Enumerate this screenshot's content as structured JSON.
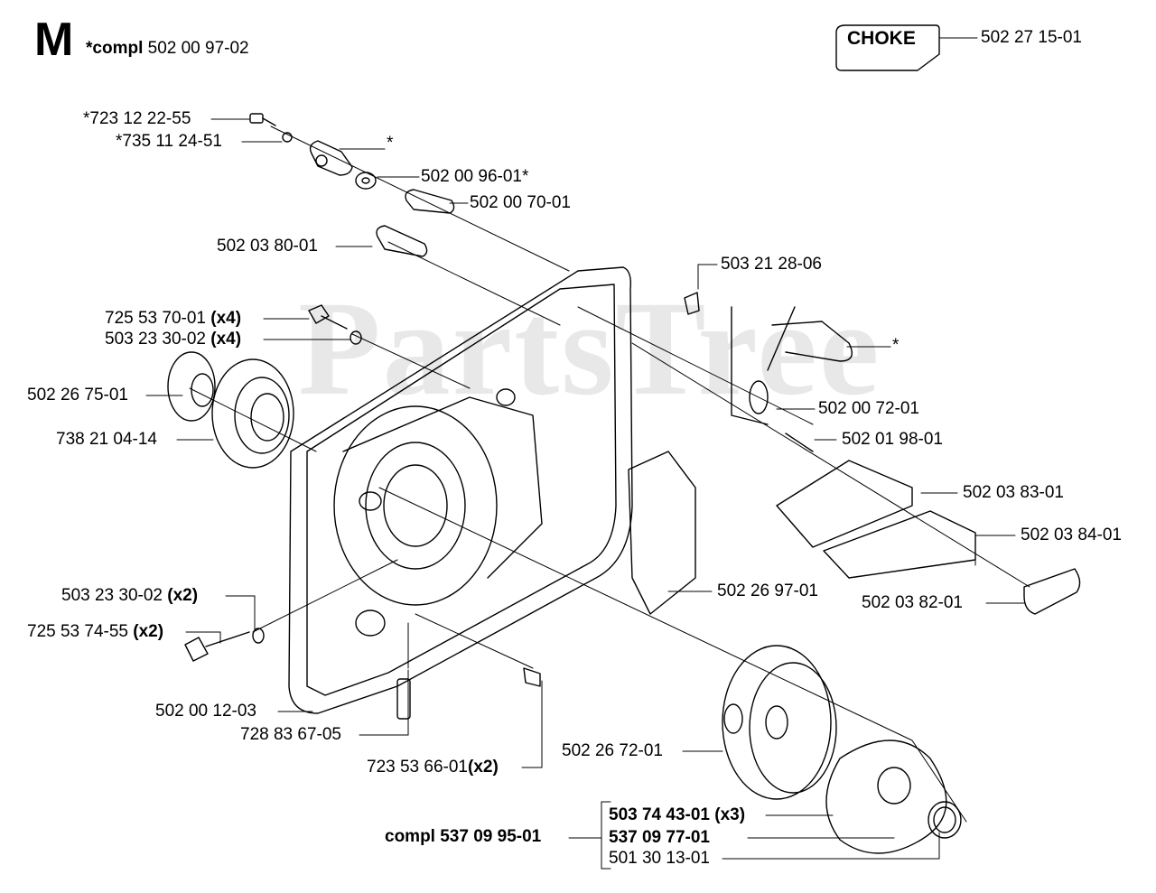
{
  "header": {
    "section_letter": "M",
    "compl_prefix": "*compl",
    "compl_number": "502 00 97-02"
  },
  "choke": {
    "badge_text": "CHOKE",
    "part": "502 27 15-01"
  },
  "watermark": "PartsTree",
  "parts": [
    {
      "id": "p1",
      "number": "*723 12 22-55",
      "qty": ""
    },
    {
      "id": "p2",
      "number": "*735 11 24-51",
      "qty": ""
    },
    {
      "id": "p3",
      "number": "*",
      "qty": ""
    },
    {
      "id": "p4",
      "number": "502 00 96-01*",
      "qty": ""
    },
    {
      "id": "p5",
      "number": "502 00 70-01",
      "qty": ""
    },
    {
      "id": "p6",
      "number": "502 03 80-01",
      "qty": ""
    },
    {
      "id": "p7",
      "number": "503 21 28-06",
      "qty": ""
    },
    {
      "id": "p8",
      "number": "725 53 70-01",
      "qty": "(x4)"
    },
    {
      "id": "p9",
      "number": "503 23 30-02",
      "qty": "(x4)"
    },
    {
      "id": "p10",
      "number": "*",
      "qty": ""
    },
    {
      "id": "p11",
      "number": "502 26 75-01",
      "qty": ""
    },
    {
      "id": "p12",
      "number": "502 00 72-01",
      "qty": ""
    },
    {
      "id": "p13",
      "number": "738 21 04-14",
      "qty": ""
    },
    {
      "id": "p14",
      "number": "502 01 98-01",
      "qty": ""
    },
    {
      "id": "p15",
      "number": "502 03 83-01",
      "qty": ""
    },
    {
      "id": "p16",
      "number": "502 03 84-01",
      "qty": ""
    },
    {
      "id": "p17",
      "number": "502 26 97-01",
      "qty": ""
    },
    {
      "id": "p18",
      "number": "502 03 82-01",
      "qty": ""
    },
    {
      "id": "p19",
      "number": "503 23 30-02",
      "qty": "(x2)"
    },
    {
      "id": "p20",
      "number": "725 53 74-55",
      "qty": "(x2)"
    },
    {
      "id": "p21",
      "number": "502 00 12-03",
      "qty": ""
    },
    {
      "id": "p22",
      "number": "728 83 67-05",
      "qty": ""
    },
    {
      "id": "p23",
      "number": "723 53 66-01",
      "qty": "(x2)"
    },
    {
      "id": "p24",
      "number": "502 26 72-01",
      "qty": ""
    }
  ],
  "clutch_group": {
    "compl_label": "compl 537 09 95-01",
    "items": [
      {
        "number": "503 74 43-01",
        "qty": "(x3)",
        "bold": true
      },
      {
        "number": "537 09 77-01",
        "qty": "",
        "bold": true
      },
      {
        "number": "501 30 13-01",
        "qty": "",
        "bold": false
      }
    ]
  }
}
